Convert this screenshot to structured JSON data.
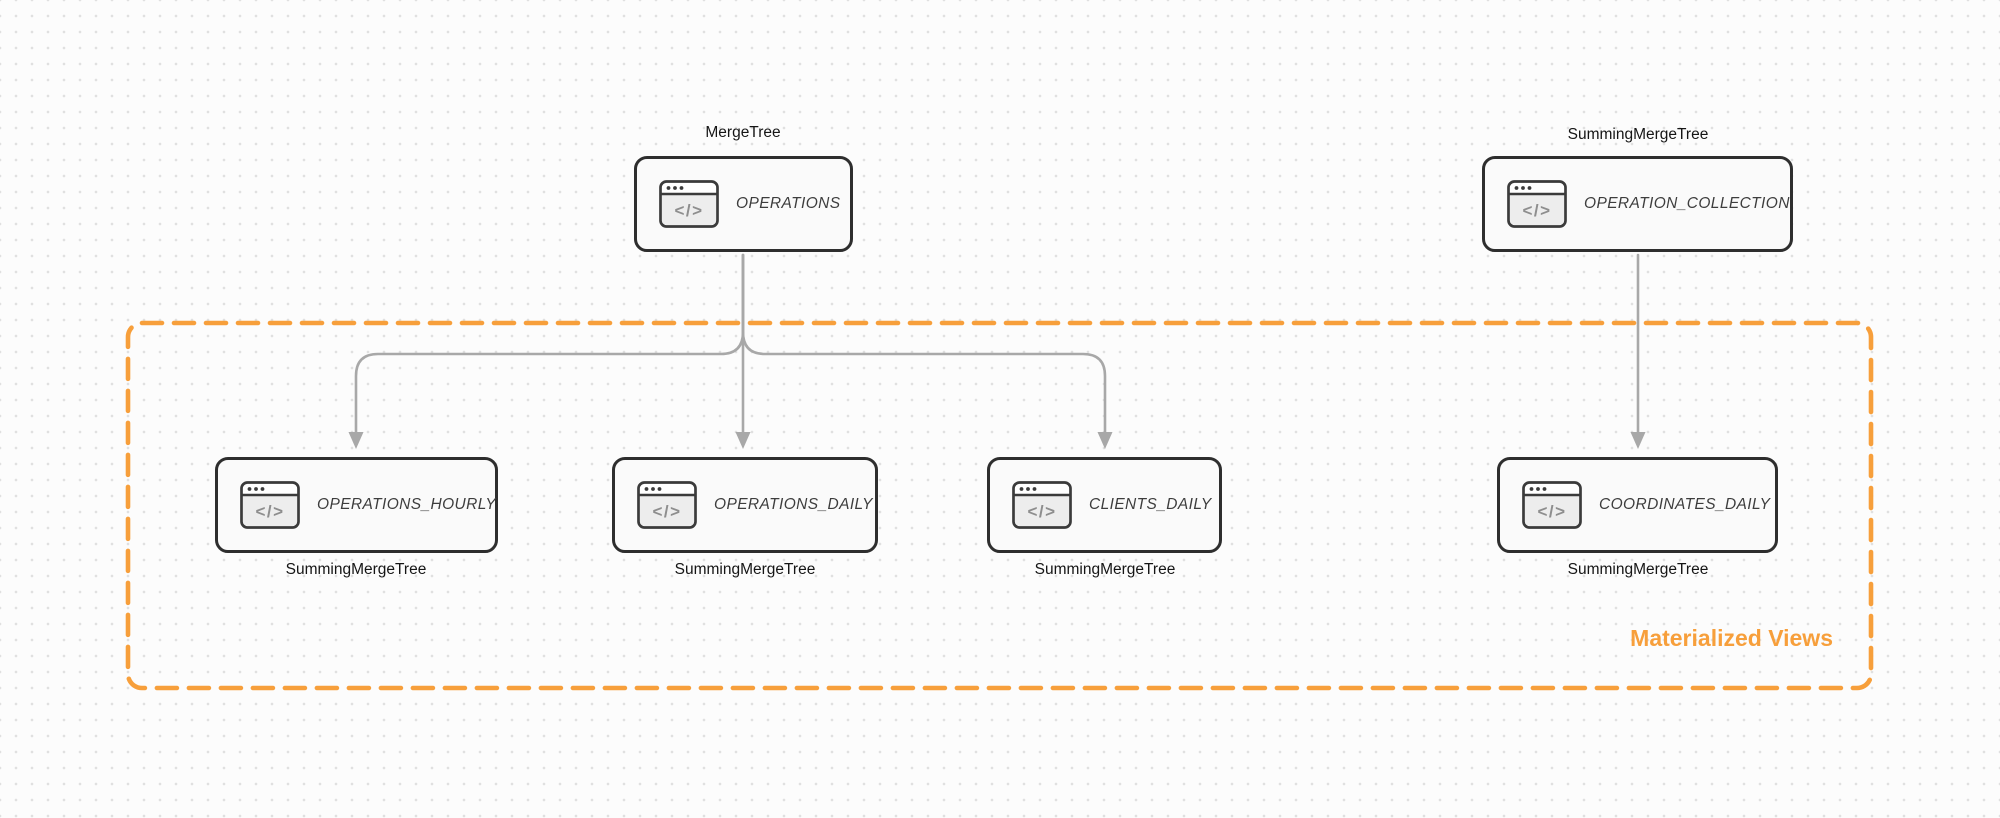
{
  "diagram": {
    "type": "database-tables-materialized-views-diagram",
    "group_label": "Materialized Views",
    "nodes": {
      "operations": {
        "label": "OPERATIONS",
        "engine": "MergeTree"
      },
      "operation_collection": {
        "label": "OPERATION_COLLECTION",
        "engine": "SummingMergeTree"
      },
      "operations_hourly": {
        "label": "OPERATIONS_HOURLY",
        "engine": "SummingMergeTree"
      },
      "operations_daily": {
        "label": "OPERATIONS_DAILY",
        "engine": "SummingMergeTree"
      },
      "clients_daily": {
        "label": "CLIENTS_DAILY",
        "engine": "SummingMergeTree"
      },
      "coordinates_daily": {
        "label": "COORDINATES_DAILY",
        "engine": "SummingMergeTree"
      }
    },
    "edges": [
      {
        "from": "OPERATIONS",
        "to": "OPERATIONS_HOURLY"
      },
      {
        "from": "OPERATIONS",
        "to": "OPERATIONS_DAILY"
      },
      {
        "from": "OPERATIONS",
        "to": "CLIENTS_DAILY"
      },
      {
        "from": "OPERATION_COLLECTION",
        "to": "COORDINATES_DAILY"
      }
    ],
    "materialized_views_members": [
      "OPERATIONS_HOURLY",
      "OPERATIONS_DAILY",
      "CLIENTS_DAILY",
      "COORDINATES_DAILY"
    ],
    "node_icon": "code-window-icon",
    "icon_glyph": "</>",
    "colors": {
      "accent_orange": "#F79F3B",
      "arrow_gray": "#A8A8A8",
      "node_border": "#2E2E2E",
      "node_fill": "#FAFAFA",
      "background_dots": "#E0E0E0"
    }
  }
}
